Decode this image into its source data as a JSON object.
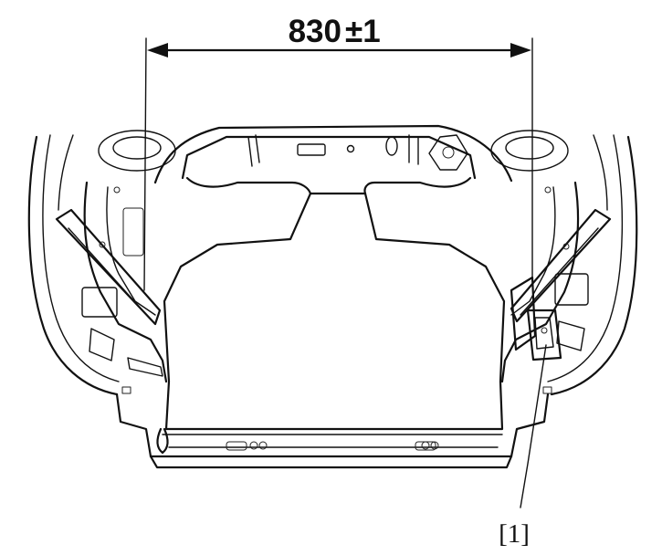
{
  "diagram": {
    "dimension": {
      "value": "830",
      "tolerance": "±1"
    },
    "callouts": [
      {
        "label": "[1]"
      }
    ]
  }
}
